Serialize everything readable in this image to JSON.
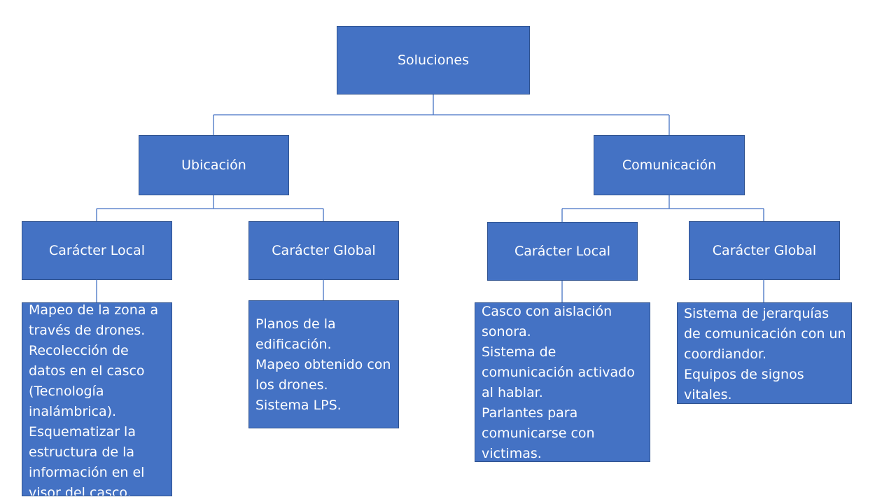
{
  "root": {
    "label": "Soluciones"
  },
  "branches": [
    {
      "label": "Ubicación",
      "children": [
        {
          "label": "Carácter Local",
          "items": [
            "Mapeo de la zona a través de drones.",
            "Recolección de datos en el casco (Tecnología inalámbrica).",
            "Esquematizar la estructura de la información en el visor del casco."
          ]
        },
        {
          "label": "Carácter Global",
          "items": [
            "Planos de la edificación.",
            "Mapeo obtenido con los drones.",
            "Sistema LPS."
          ]
        }
      ]
    },
    {
      "label": "Comunicación",
      "children": [
        {
          "label": "Carácter Local",
          "items": [
            "Casco con aislación sonora.",
            "Sistema de comunicación activado al hablar.",
            "Parlantes para comunicarse con victimas."
          ]
        },
        {
          "label": "Carácter Global",
          "items": [
            "Sistema de jerarquías de comunicación con un coordiandor.",
            "Equipos de signos vitales."
          ]
        }
      ]
    }
  ],
  "colors": {
    "box_fill": "#4472c4",
    "box_border": "#2f528f",
    "connector": "#4472c4",
    "text": "#ffffff"
  }
}
